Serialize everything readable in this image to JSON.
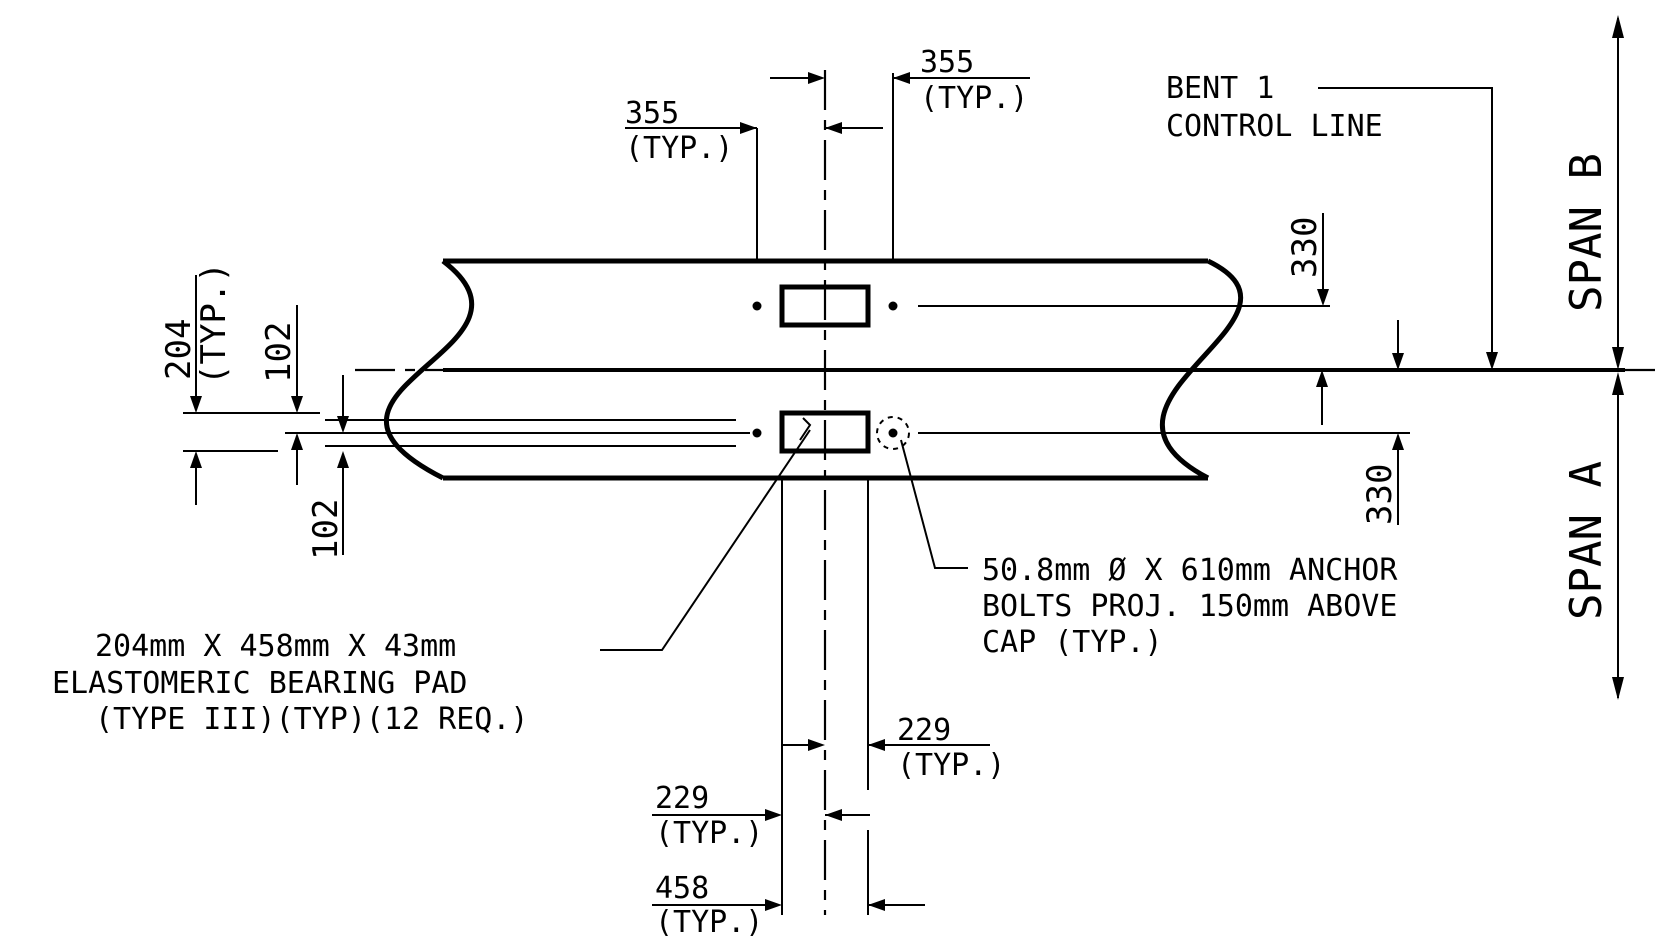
{
  "labels": {
    "dim_355_top_right": "355",
    "typ_top_right": "(TYP.)",
    "dim_355_top_left": "355",
    "typ_top_left": "(TYP.)",
    "bent_line1": "BENT 1",
    "bent_line2": "CONTROL LINE",
    "span_b": "SPAN B",
    "span_a": "SPAN A",
    "dim_330_upper": "330",
    "dim_330_lower": "330",
    "dim_204": "204",
    "typ_204": "(TYP.)",
    "dim_102_upper": "102",
    "dim_102_lower": "102",
    "anchor_line1": "50.8mm  Ø X 610mm  ANCHOR",
    "anchor_line2": "BOLTS  PROJ. 150mm  ABOVE",
    "anchor_line3": "CAP (TYP.)",
    "pad_line1": "204mm  X 458mm  X 43mm",
    "pad_line2": "ELASTOMERIC BEARING PAD",
    "pad_line3": "(TYPE III)(TYP)(12 REQ.)",
    "dim_229_right": "229",
    "typ_229_right": "(TYP.)",
    "dim_229_left": "229",
    "typ_229_left": "(TYP.)",
    "dim_458": "458",
    "typ_458": "(TYP.)"
  }
}
